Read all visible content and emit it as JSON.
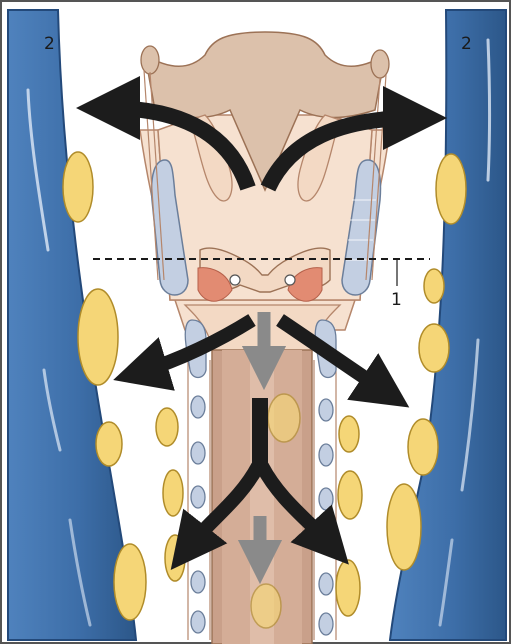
{
  "labels": {
    "glottic_level": "1",
    "jugular_vein_left": "2",
    "jugular_vein_right": "2"
  },
  "colors": {
    "border": "#555555",
    "vein_fill": "#3d6ea8",
    "vein_dark": "#23497a",
    "lymph_node": "#f5d677",
    "lymph_edge": "#b08c2a",
    "tissue": "#f6e1d0",
    "tissue_edge": "#b5866b",
    "cartilage": "#dcc1ab",
    "trachea": "#c9a08a",
    "lymph_vessel": "#c3cfe2",
    "vessel_edge": "#6b7e9a",
    "vocal_fold": "#e28b72",
    "arrow_solid": "#1c1c1c",
    "arrow_grey": "#8a8a8a"
  }
}
